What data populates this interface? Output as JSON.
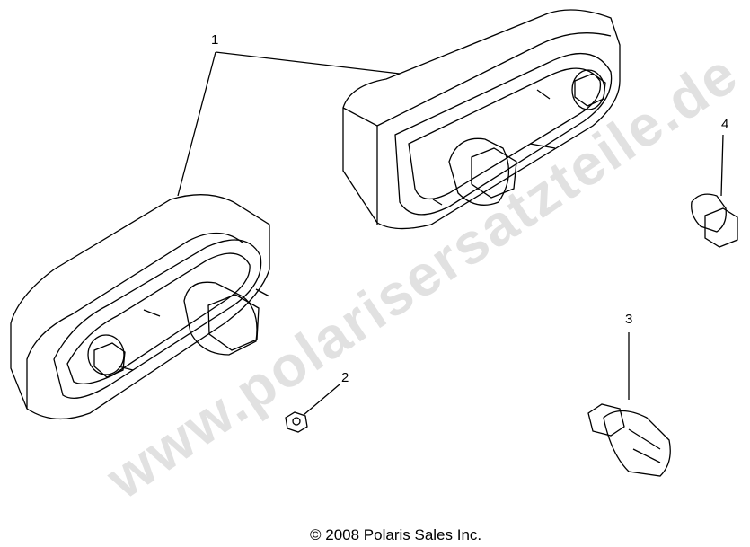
{
  "diagram": {
    "callouts": [
      {
        "id": "1",
        "label": "1"
      },
      {
        "id": "2",
        "label": "2"
      },
      {
        "id": "3",
        "label": "3"
      },
      {
        "id": "4",
        "label": "4"
      }
    ],
    "copyright": "© 2008 Polaris Sales Inc.",
    "watermark": "www.polarisersatzteile.de"
  }
}
